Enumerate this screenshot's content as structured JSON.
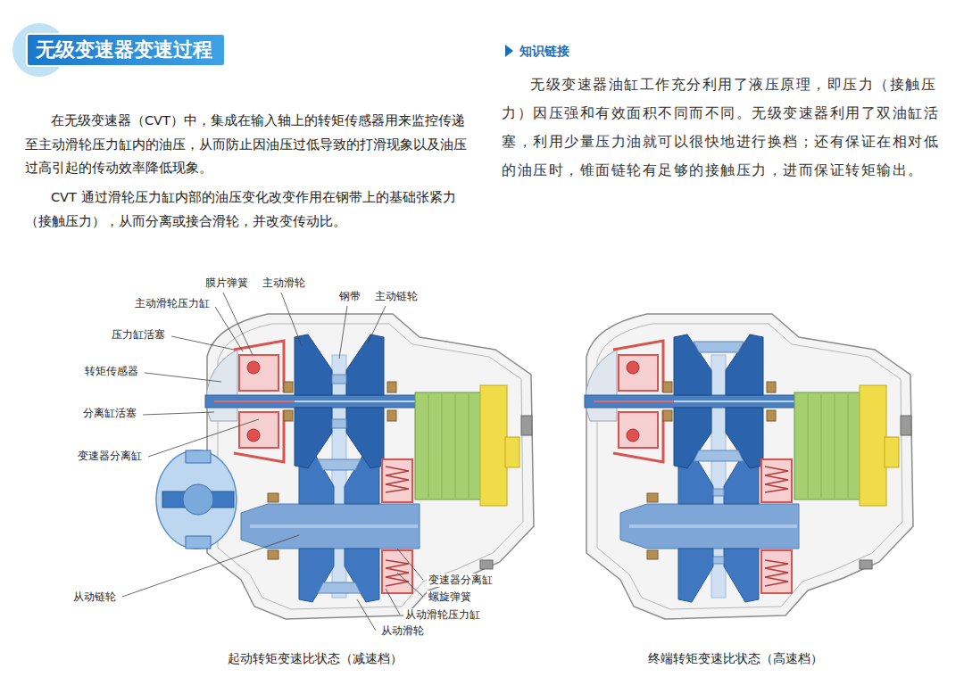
{
  "diagram": {
    "title": "无级变速器变速过程",
    "labels": [
      "在无级变速器（CVT）中，集成在输入轴上的转矩传感器用来监控传递至主动滑轮压力缸内的油压，从而防止因油压过低导致的打滑现象以及油压过高引起的传动效率降低现象。",
      "CVT 通过滑轮压力缸内部的油压变化改变作用在钢带上的基础张紧力（接触压力），从而分离或接合滑轮，并改变传动比。",
      "知识链接",
      "无级变速器油缸工作充分利用了液压原理，即压力（接触压力）因压强和有效面积不同而不同。无级变速器利用了双油缸活塞，利用少量压力油就可以很快地进行换档；还有保证在相对低的油压时，锥面链轮有足够的接触压力，进而保证转矩输出。",
      "膜片弹簧",
      "主动滑轮",
      "主动滑轮压力缸",
      "钢带",
      "主动链轮",
      "压力缸活塞",
      "转矩传感器",
      "分离缸活塞",
      "变速器分离缸",
      "从动链轮",
      "变速器分离缸",
      "螺旋弹簧",
      "从动滑轮压力缸",
      "从动滑轮",
      "起动转矩变速比状态（减速档）",
      "终端转矩变速比状态（高速档）"
    ]
  }
}
